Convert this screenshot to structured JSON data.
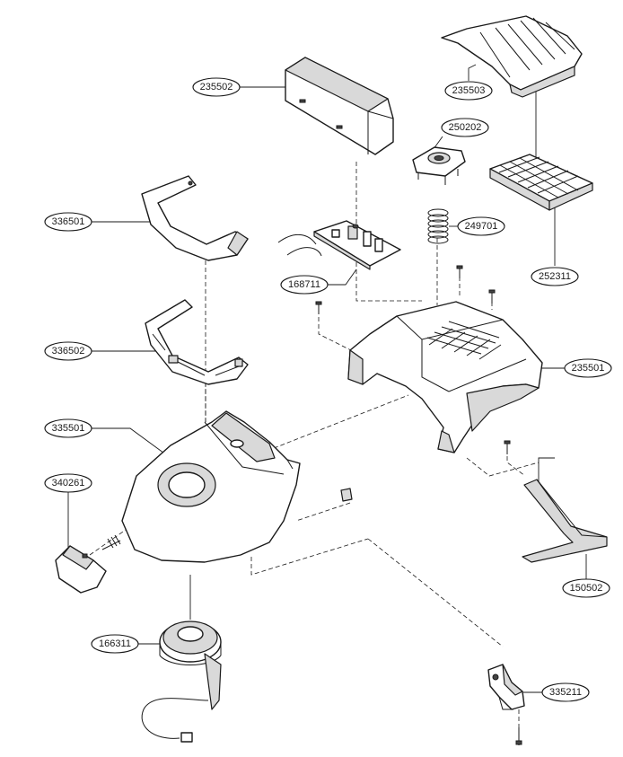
{
  "diagram": {
    "callouts": [
      {
        "id": "c235502",
        "label": "235502"
      },
      {
        "id": "c235503",
        "label": "235503"
      },
      {
        "id": "c250202",
        "label": "250202"
      },
      {
        "id": "c336501",
        "label": "336501"
      },
      {
        "id": "c249701",
        "label": "249701"
      },
      {
        "id": "c252311",
        "label": "252311"
      },
      {
        "id": "c168711",
        "label": "168711"
      },
      {
        "id": "c336502",
        "label": "336502"
      },
      {
        "id": "c235501",
        "label": "235501"
      },
      {
        "id": "c335501",
        "label": "335501"
      },
      {
        "id": "c340261",
        "label": "340261"
      },
      {
        "id": "c150502",
        "label": "150502"
      },
      {
        "id": "c166311",
        "label": "166311"
      },
      {
        "id": "c335211",
        "label": "335211"
      }
    ]
  }
}
